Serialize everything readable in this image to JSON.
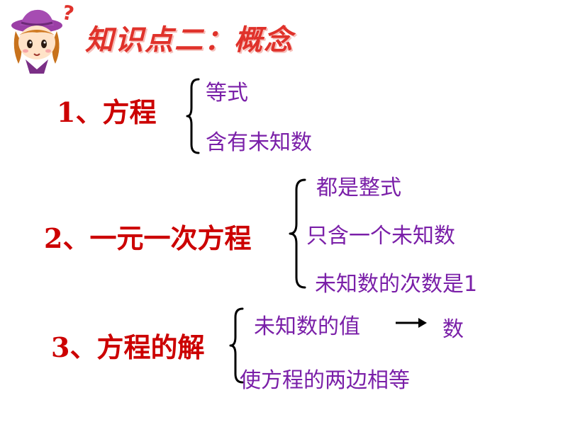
{
  "title": "知识点二：概念",
  "section1": {
    "label": "1、方程",
    "items": [
      "等式",
      "含有未知数"
    ]
  },
  "section2": {
    "label": "2、一元一次方程",
    "items": [
      "都是整式",
      "只含一个未知数",
      "未知数的次数是1"
    ]
  },
  "section3": {
    "label": "3、方程的解",
    "items": [
      "未知数的值",
      "使方程的两边相等"
    ],
    "arrow_target": "数"
  },
  "icons": {
    "avatar": "cartoon-girl-icon",
    "question": "question-mark-icon"
  },
  "colors": {
    "title": "#e0322b",
    "label": "#cc0000",
    "item": "#7a1fa8"
  }
}
